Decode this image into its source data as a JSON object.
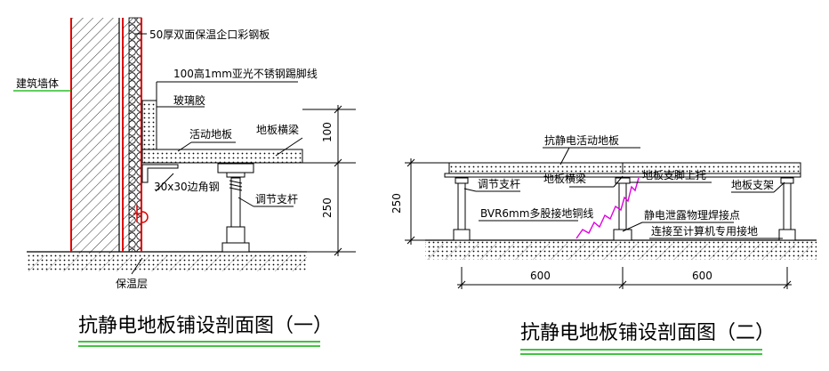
{
  "drawing1": {
    "caption": "抗静电地板铺设剖面图（一）",
    "labels": {
      "panel": "50厚双面保温企口彩钢板",
      "skirting": "100高1mm亚光不锈钢踢脚线",
      "glue": "玻璃胶",
      "floor": "活动地板",
      "beam": "地板横梁",
      "wall": "建筑墙体",
      "angle": "30x30边角钢",
      "rod": "调节支杆",
      "insulation": "保温层"
    },
    "dims": {
      "top": "100",
      "bottom": "250"
    }
  },
  "drawing2": {
    "caption": "抗静电地板铺设剖面图（二）",
    "labels": {
      "floor": "抗静电活动地板",
      "rod": "调节支杆",
      "beam": "地板横梁",
      "bracket": "地板支脚上托",
      "stand": "地板支架",
      "wire": "BVR6mm多股接地铜线",
      "weld": "静电泄露物理焊接点",
      "ground": "连接至计算机专用接地"
    },
    "dims": {
      "height": "250",
      "span1": "600",
      "span2": "600"
    }
  },
  "colors": {
    "accent_red": "#e00000",
    "accent_green": "#00b000",
    "wire_magenta": "#e000e0"
  }
}
